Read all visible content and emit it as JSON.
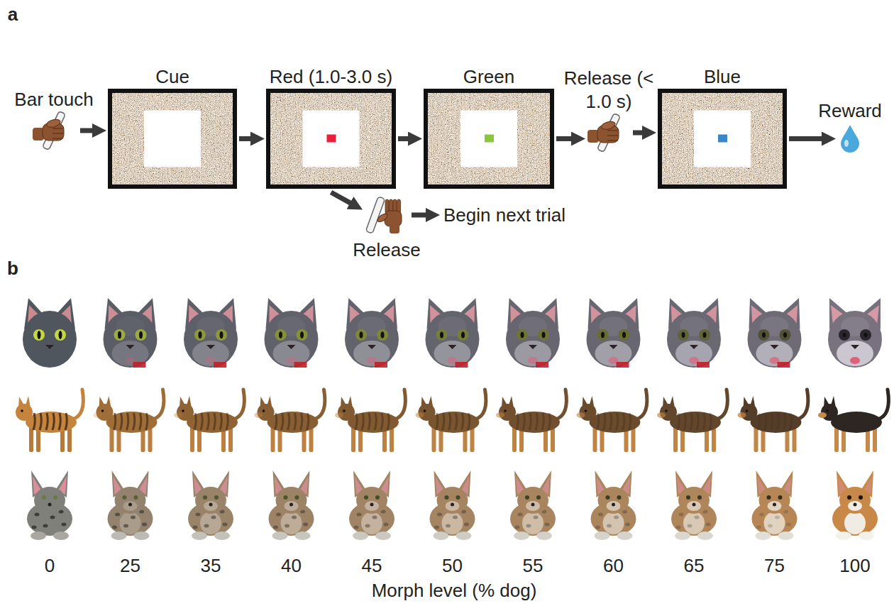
{
  "diagram": {
    "nodes": [
      {
        "text": [
          "Bar touch"
        ]
      },
      {
        "text": [
          "Cue"
        ]
      },
      {
        "text": [
          "Red (1.0-3.0 s)"
        ]
      },
      {
        "text": [
          "Green"
        ]
      },
      {
        "text": [
          "Release (< 1.0 s)"
        ]
      },
      {
        "text": [
          "Blue"
        ]
      },
      {
        "text": [
          "Reward"
        ]
      },
      {
        "text": [
          "Release"
        ]
      },
      {
        "text": [
          "Begin next trial"
        ]
      }
    ],
    "edges": [
      {
        "from": 0,
        "to": 1,
        "arrow": "to"
      },
      {
        "from": 1,
        "to": 2,
        "arrow": "to"
      },
      {
        "from": 2,
        "to": 3,
        "arrow": "to"
      },
      {
        "from": 3,
        "to": 4,
        "arrow": "to"
      },
      {
        "from": 4,
        "to": 5,
        "arrow": "to"
      },
      {
        "from": 5,
        "to": 6,
        "arrow": "to"
      },
      {
        "from": 2,
        "to": 7,
        "arrow": "to"
      },
      {
        "from": 7,
        "to": 8,
        "arrow": "to"
      }
    ],
    "labels": [
      "a",
      "b",
      "0",
      "25",
      "35",
      "40",
      "45",
      "50",
      "55",
      "60",
      "65",
      "75",
      "100",
      "Morph level (% dog)"
    ]
  }
}
